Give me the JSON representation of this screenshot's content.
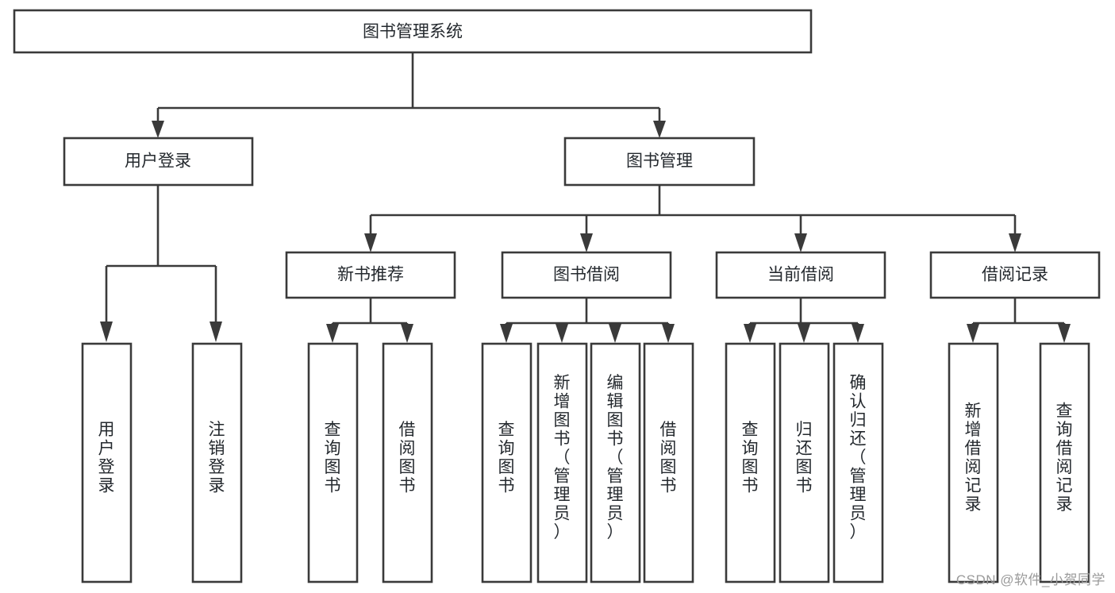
{
  "diagram": {
    "type": "tree-hierarchy",
    "title": "图书管理系统",
    "watermark": "CSDN @软件_小贺同学",
    "colors": {
      "box_stroke": "#3a3a3a",
      "box_fill": "#ffffff",
      "text": "#24292e",
      "background": "#ffffff",
      "watermark": "#9a9a9a"
    },
    "levels": {
      "root": {
        "label": "图书管理系统"
      },
      "level2": [
        {
          "id": "user-login",
          "label": "用户登录"
        },
        {
          "id": "book-management",
          "label": "图书管理"
        }
      ],
      "level3": [
        {
          "id": "new-book-recommend",
          "label": "新书推荐",
          "parent": "book-management"
        },
        {
          "id": "book-borrow",
          "label": "图书借阅",
          "parent": "book-management"
        },
        {
          "id": "current-borrow",
          "label": "当前借阅",
          "parent": "book-management"
        },
        {
          "id": "borrow-record",
          "label": "借阅记录",
          "parent": "book-management"
        }
      ],
      "leaves": [
        {
          "id": "leaf-user-login",
          "label": "用户登录",
          "parent": "user-login"
        },
        {
          "id": "leaf-logout-login",
          "label": "注销登录",
          "parent": "user-login"
        },
        {
          "id": "leaf-query-book-1",
          "label": "查询图书",
          "parent": "new-book-recommend"
        },
        {
          "id": "leaf-borrow-book-1",
          "label": "借阅图书",
          "parent": "new-book-recommend"
        },
        {
          "id": "leaf-query-book-2",
          "label": "查询图书",
          "parent": "book-borrow"
        },
        {
          "id": "leaf-add-book",
          "label": "新增图书（管理员）",
          "parent": "book-borrow"
        },
        {
          "id": "leaf-edit-book",
          "label": "编辑图书（管理员）",
          "parent": "book-borrow"
        },
        {
          "id": "leaf-borrow-book-2",
          "label": "借阅图书",
          "parent": "book-borrow"
        },
        {
          "id": "leaf-query-book-3",
          "label": "查询图书",
          "parent": "current-borrow"
        },
        {
          "id": "leaf-return-book",
          "label": "归还图书",
          "parent": "current-borrow"
        },
        {
          "id": "leaf-confirm-return",
          "label": "确认归还（管理员）",
          "parent": "current-borrow"
        },
        {
          "id": "leaf-add-record",
          "label": "新增借阅记录",
          "parent": "borrow-record"
        },
        {
          "id": "leaf-query-record",
          "label": "查询借阅记录",
          "parent": "borrow-record"
        }
      ]
    }
  }
}
